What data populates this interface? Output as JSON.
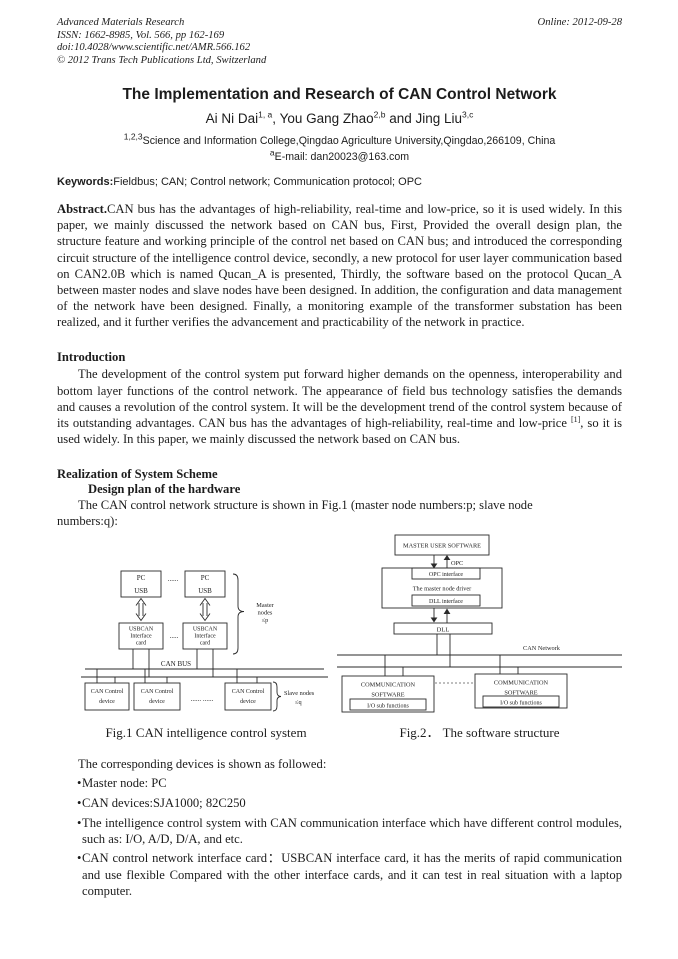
{
  "header": {
    "journal": "Advanced Materials Research",
    "issn": "ISSN: 1662-8985, Vol. 566, pp 162-169",
    "doi": "doi:10.4028/www.scientific.net/AMR.566.162",
    "copyright": "© 2012 Trans Tech Publications Ltd, Switzerland",
    "online": "Online: 2012-09-28"
  },
  "title": "The Implementation and Research of CAN Control Network",
  "authors": {
    "a1": "Ai Ni Dai",
    "s1": "1, a",
    "sep1": ", ",
    "a2": "You Gang Zhao",
    "s2": "2,b",
    "sep2": " and ",
    "a3": "Jing Liu",
    "s3": "3,c"
  },
  "affiliation": {
    "sup": "1,2,3",
    "text": "Science and Information College,Qingdao Agriculture University,Qingdao,266109, China"
  },
  "email": {
    "sup": "a",
    "text": "E-mail: dan20023@163.com"
  },
  "keywords": {
    "label": "Keywords:",
    "text": "Fieldbus; CAN; Control network; Communication protocol; OPC"
  },
  "abstract": {
    "label": "Abstract.",
    "text": "CAN bus has the advantages of high-reliability, real-time and low-price, so it is used widely. In this paper, we mainly discussed the network based on CAN bus, First, Provided the overall design plan, the structure feature and working principle of the control net based on CAN bus; and introduced the corresponding circuit structure of the intelligence control device, secondly, a new protocol for user layer communication based on CAN2.0B which is named Qucan_A is presented, Thirdly, the software based on the protocol Qucan_A between master nodes and slave nodes have been designed. In addition, the configuration and data management of the network have been designed. Finally, a monitoring example of the transformer substation has been realized, and it further verifies the advancement and practicability of the network in practice."
  },
  "introduction": {
    "heading": "Introduction",
    "p1": "The development of the control system put forward higher demands on the openness, interoperability and bottom layer functions of the control network. The appearance of field bus technology satisfies the demands and causes a revolution of the control system. It will be the development trend of the control system because of its outstanding advantages. CAN bus has the advantages of high-reliability, real-time and low-price ",
    "ref": "[1]",
    "p2": ", so it is used widely. In this paper, we mainly discussed the network based on CAN bus."
  },
  "realization": {
    "heading": "Realization of System Scheme",
    "subheading": "Design plan of the hardware",
    "para": "The CAN control network structure is shown in Fig.1 (master node numbers:p; slave node\nnumbers:q):"
  },
  "fig1": {
    "caption": "Fig.1 CAN intelligence control system",
    "pc": "PC",
    "usb": "USB",
    "dots_pc": "......",
    "dots_card": ".....",
    "card_l1": "USBCAN",
    "card_l2": "Interface",
    "card_l3": "card",
    "master_l1": "Master",
    "master_l2": "nodes",
    "master_l3": "≤p",
    "bus": "CAN BUS",
    "dev_l1": "CAN Control",
    "dev_l2": "device",
    "dots_dev": "...... ......",
    "slave_l1": "Slave nodes",
    "slave_l2": "≤q"
  },
  "fig2": {
    "caption": "Fig.2． The software structure",
    "master_sw": "MASTER USER SOFTWARE",
    "opc": "OPC",
    "opc_if": "OPC interface",
    "driver": "The master node driver",
    "dll_if": "DLL interface",
    "dll": "DLL",
    "can_net": "CAN Network",
    "comm_l1": "COMMUNICATION",
    "comm_l2": "SOFTWARE",
    "io": "I/O sub functions"
  },
  "devices": {
    "intro": "The corresponding devices is shown as followed:",
    "bullet_char": "•",
    "items": [
      "Master node: PC",
      "CAN devices:SJA1000; 82C250",
      "The intelligence control system with CAN communication interface which have different control modules, such as: I/O, A/D, D/A, and etc.",
      "CAN control network interface card：USBCAN interface card, it has the merits of rapid communication and use flexible Compared with the other interface cards, and it can test in real situation with a laptop computer."
    ]
  }
}
